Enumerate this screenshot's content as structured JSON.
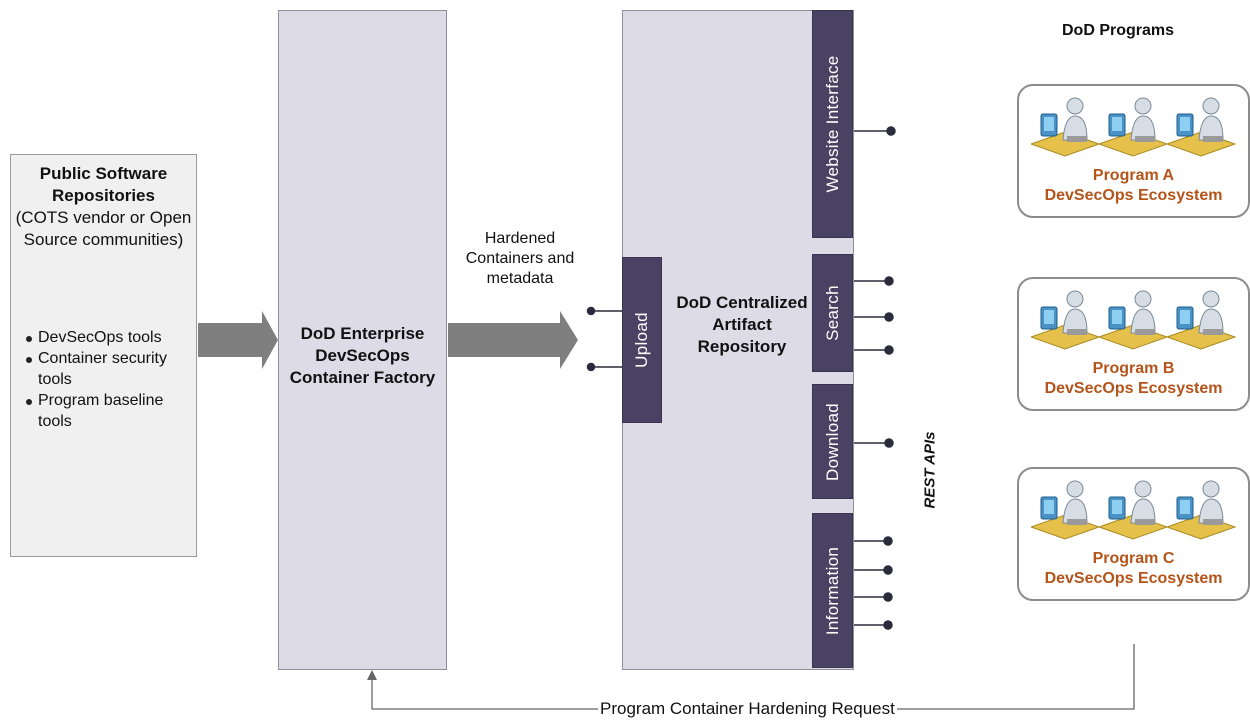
{
  "public_repos": {
    "title": "Public Software Repositories",
    "subtitle": "(COTS vendor or Open Source communities)",
    "bullets": [
      "DevSecOps tools",
      "Container security tools",
      "Program baseline tools"
    ]
  },
  "factory": {
    "label": "DoD Enterprise DevSecOps Container Factory"
  },
  "transfer": {
    "label": "Hardened Containers and metadata"
  },
  "repository": {
    "label": "DoD Centralized Artifact Repository",
    "upload": "Upload",
    "interfaces": [
      "Website Interface",
      "Search",
      "Download",
      "Information"
    ]
  },
  "rest_apis": "REST APIs",
  "programs": {
    "title": "DoD Programs",
    "items": [
      {
        "name": "Program A",
        "ecosystem": "DevSecOps Ecosystem"
      },
      {
        "name": "Program B",
        "ecosystem": "DevSecOps Ecosystem"
      },
      {
        "name": "Program C",
        "ecosystem": "DevSecOps Ecosystem"
      }
    ]
  },
  "feedback": "Program Container Hardening Request",
  "colors": {
    "panel": "#dddbe6",
    "bar": "#4a4263",
    "arrow": "#7f7f7f",
    "program_text": "#b5541a"
  }
}
